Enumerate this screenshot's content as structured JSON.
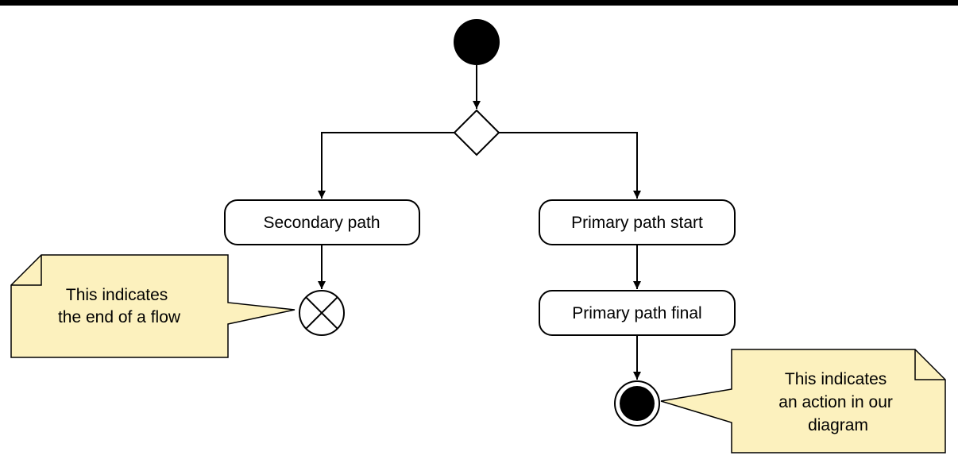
{
  "diagram": {
    "type": "uml-activity",
    "colors": {
      "line": "#000000",
      "node_fill": "#ffffff",
      "note_fill": "#fcf1be",
      "top_bar": "#000000"
    },
    "nodes": {
      "secondary_path": "Secondary path",
      "primary_path_start": "Primary path start",
      "primary_path_final": "Primary path final"
    },
    "notes": {
      "flow_end": [
        "This indicates",
        "the end of a flow"
      ],
      "action": [
        "This indicates",
        "an action in our",
        "diagram"
      ]
    }
  }
}
